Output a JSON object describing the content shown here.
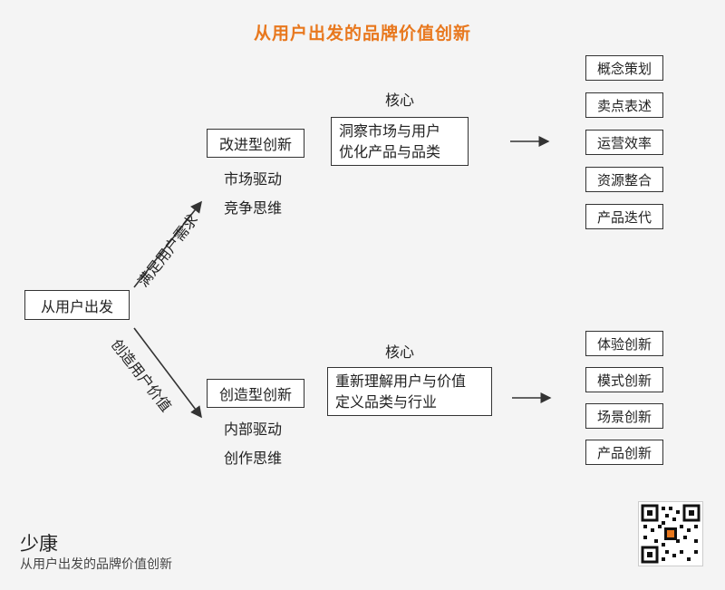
{
  "title": "从用户出发的品牌价值创新",
  "root": "从用户出发",
  "upper": {
    "branch_label": "满足用户需求",
    "type": "改进型创新",
    "drivers": [
      "市场驱动",
      "竞争思维"
    ],
    "core_label": "核心",
    "core": [
      "洞察市场与用户",
      "优化产品与品类"
    ],
    "outcomes": [
      "概念策划",
      "卖点表述",
      "运营效率",
      "资源整合",
      "产品迭代"
    ]
  },
  "lower": {
    "branch_label": "创造用户价值",
    "type": "创造型创新",
    "drivers": [
      "内部驱动",
      "创作思维"
    ],
    "core_label": "核心",
    "core": [
      "重新理解用户与价值",
      "定义品类与行业"
    ],
    "outcomes": [
      "体验创新",
      "模式创新",
      "场景创新",
      "产品创新"
    ]
  },
  "author": {
    "name": "少康",
    "subtitle": "从用户出发的品牌价值创新"
  },
  "qr_icon": "qr-code-icon"
}
